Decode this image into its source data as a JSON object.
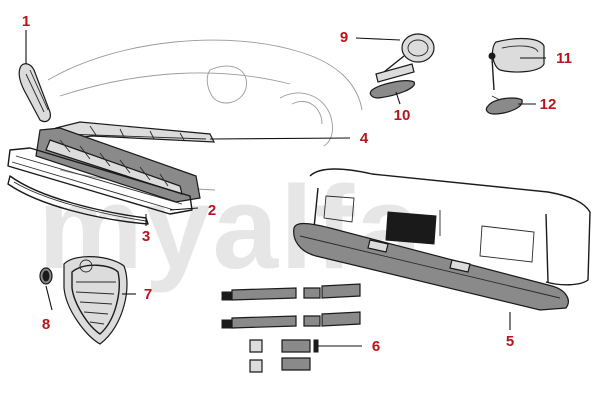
{
  "watermark": "myalfa",
  "callouts": [
    "1",
    "2",
    "3",
    "4",
    "5",
    "6",
    "7",
    "8",
    "9",
    "10",
    "11",
    "12"
  ],
  "colors": {
    "callout": "#b8141b",
    "line_art": "#1a1a1a",
    "watermark": "#e6e6e6"
  }
}
